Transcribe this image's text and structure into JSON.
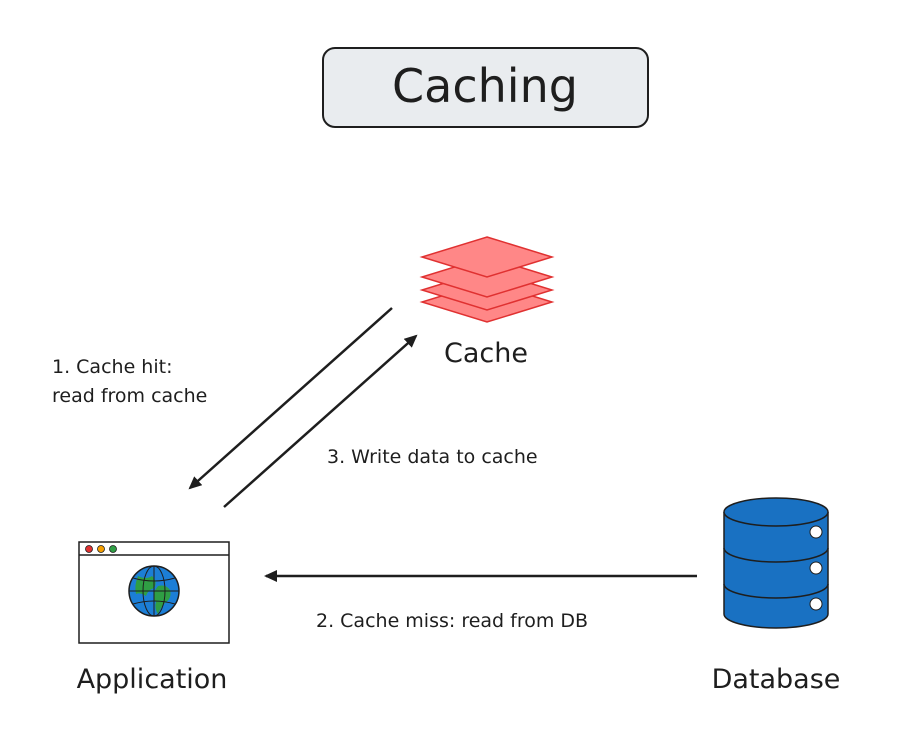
{
  "title": "Caching",
  "nodes": {
    "cache": {
      "label": "Cache",
      "color": "#ff6b6b",
      "stroke": "#e03131"
    },
    "application": {
      "label": "Application"
    },
    "database": {
      "label": "Database",
      "color": "#1971c2",
      "stroke": "#1e1e1e"
    }
  },
  "edges": {
    "cache_hit": {
      "line1": "1. Cache hit:",
      "line2": "read from cache"
    },
    "write_cache": {
      "label": "3. Write data to cache"
    },
    "cache_miss": {
      "label": "2. Cache miss: read from DB"
    }
  },
  "colors": {
    "title_fill": "#e9ecef",
    "stroke": "#1e1e1e",
    "globe_blue": "#1c7ed6",
    "globe_green": "#2f9e44",
    "dot_red": "#e03131",
    "dot_yellow": "#f59f00",
    "dot_green": "#2f9e44"
  },
  "icons": [
    "stack-layers-icon",
    "browser-window-icon",
    "globe-icon",
    "database-cylinder-icon",
    "arrow-icon"
  ]
}
